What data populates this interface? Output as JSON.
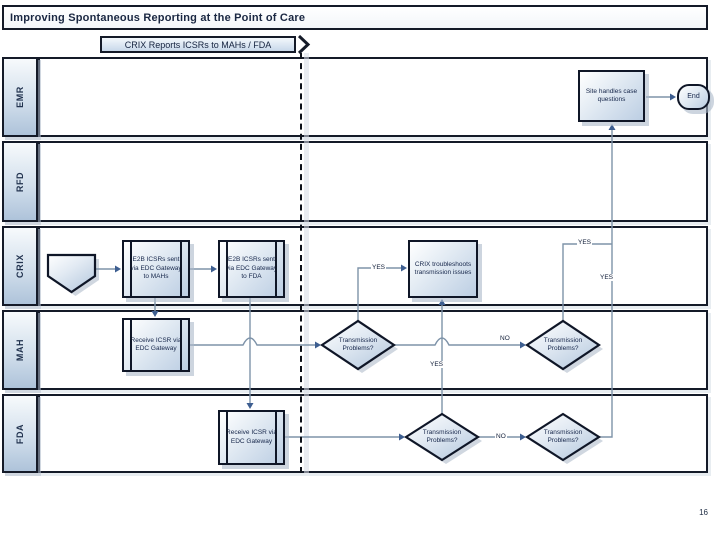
{
  "title": "Improving Spontaneous Reporting at the Point of Care",
  "banner": {
    "text": "CRIX Reports ICSRs to MAHs / FDA"
  },
  "lanes": [
    "EMR",
    "RFD",
    "CRIX",
    "MAH",
    "FDA"
  ],
  "nodes": {
    "site_handles": "Site handles case questions",
    "end_label": "End",
    "e2b_mahs": "E2B ICSRs sent via EDC Gateway to MAHs",
    "e2b_fda": "E2B ICSRs sent via EDC Gateway to FDA",
    "crix_troubleshoots": "CRIX troubleshoots transmission issues",
    "mah_receive": "Receive ICSR via EDC Gateway",
    "fda_receive": "Receive ICSR via EDC Gateway",
    "transmission_q": "Transmission Problems?"
  },
  "edge_labels": {
    "yes": "YES",
    "no": "NO"
  },
  "page_number": "16",
  "colors": {
    "connector": "#7e93a9",
    "arrowhead": "#3d5e90",
    "shape_border": "#0f1627",
    "shape_fill_bottom": "#bccee3",
    "lane_fill_bottom": "#aec3da"
  }
}
